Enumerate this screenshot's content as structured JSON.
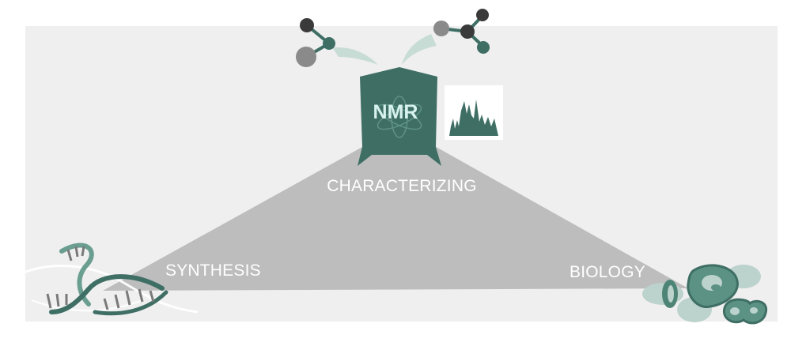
{
  "labels": {
    "characterizing": "CHARACTERIZING",
    "synthesis": "SYNTHESIS",
    "biology": "BIOLOGY",
    "instrument": "NMR"
  },
  "colors": {
    "background_panel": "#efefef",
    "triangle": "#bdbdbd",
    "teal": "#3e6e64",
    "teal_light": "#6a9e90",
    "teal_pale": "#bcd2cc",
    "atom_dark": "#3a3a3a",
    "atom_gray": "#8a8a8a",
    "label_text": "#ffffff"
  },
  "icons": [
    "molecule-icon",
    "nmr-spectrometer-icon",
    "spectrum-icon",
    "dna-helix-icon",
    "cell-icon"
  ]
}
